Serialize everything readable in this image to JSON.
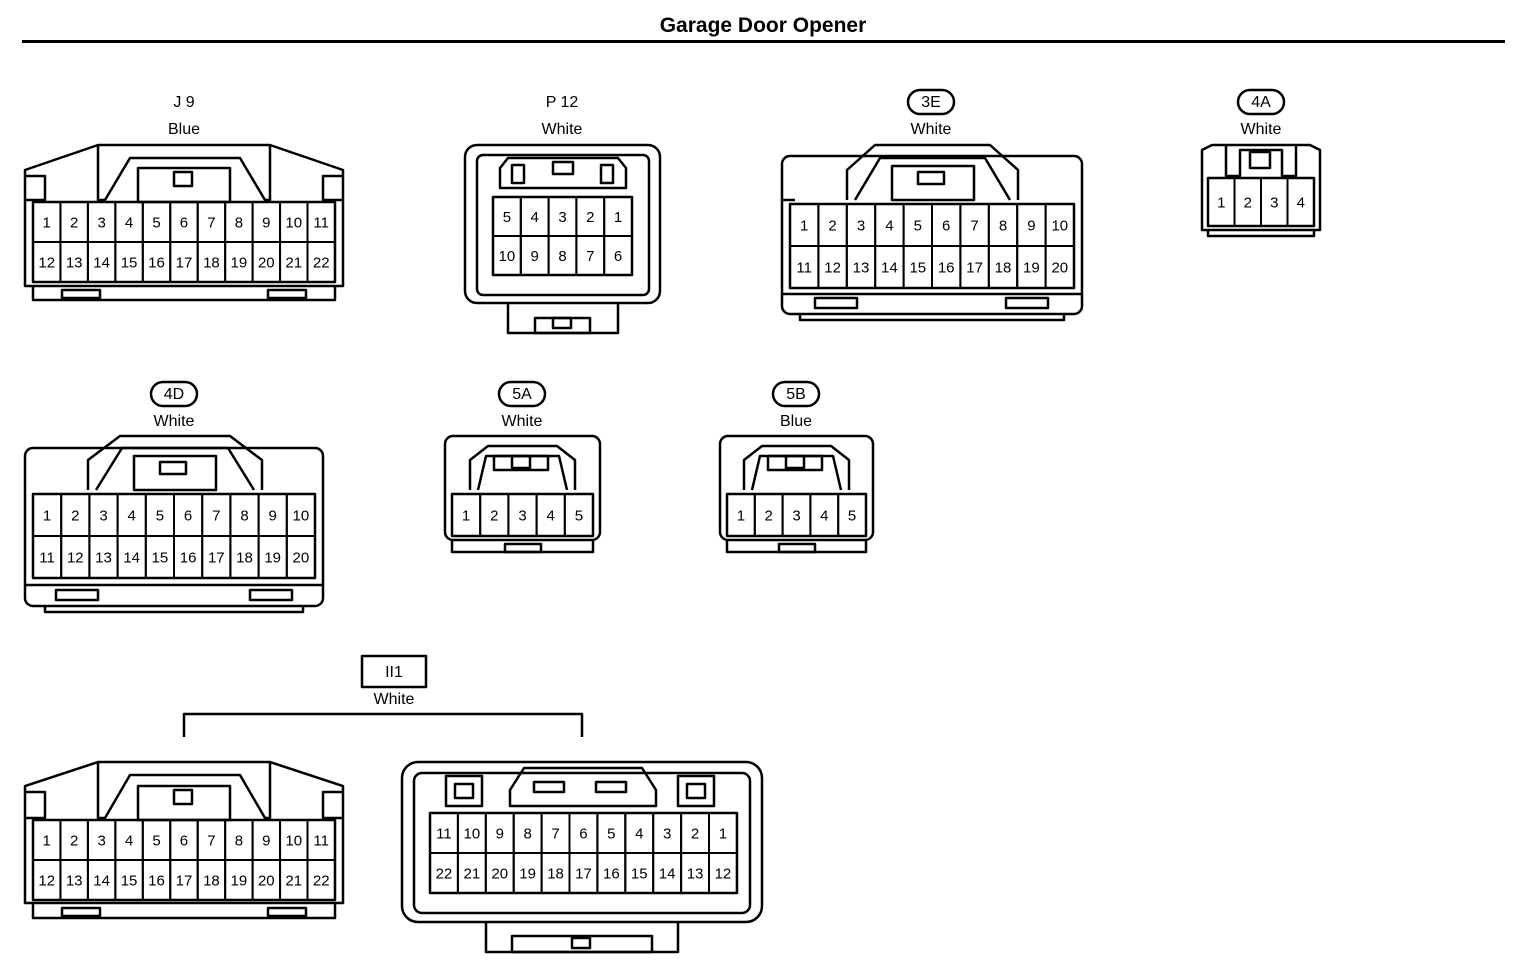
{
  "title": "Garage Door Opener",
  "connectors": [
    {
      "id": "J 9",
      "badge": "none",
      "color": "Blue",
      "rows": [
        [
          "1",
          "2",
          "3",
          "4",
          "5",
          "6",
          "7",
          "8",
          "9",
          "10",
          "11"
        ],
        [
          "12",
          "13",
          "14",
          "15",
          "16",
          "17",
          "18",
          "19",
          "20",
          "21",
          "22"
        ]
      ]
    },
    {
      "id": "P 12",
      "badge": "none",
      "color": "White",
      "rows": [
        [
          "5",
          "4",
          "3",
          "2",
          "1"
        ],
        [
          "10",
          "9",
          "8",
          "7",
          "6"
        ]
      ]
    },
    {
      "id": "3E",
      "badge": "oval",
      "color": "White",
      "rows": [
        [
          "1",
          "2",
          "3",
          "4",
          "5",
          "6",
          "7",
          "8",
          "9",
          "10"
        ],
        [
          "11",
          "12",
          "13",
          "14",
          "15",
          "16",
          "17",
          "18",
          "19",
          "20"
        ]
      ]
    },
    {
      "id": "4A",
      "badge": "oval",
      "color": "White",
      "rows": [
        [
          "1",
          "2",
          "3",
          "4"
        ]
      ]
    },
    {
      "id": "4D",
      "badge": "oval",
      "color": "White",
      "rows": [
        [
          "1",
          "2",
          "3",
          "4",
          "5",
          "6",
          "7",
          "8",
          "9",
          "10"
        ],
        [
          "11",
          "12",
          "13",
          "14",
          "15",
          "16",
          "17",
          "18",
          "19",
          "20"
        ]
      ]
    },
    {
      "id": "5A",
      "badge": "oval",
      "color": "White",
      "rows": [
        [
          "1",
          "2",
          "3",
          "4",
          "5"
        ]
      ]
    },
    {
      "id": "5B",
      "badge": "oval",
      "color": "Blue",
      "rows": [
        [
          "1",
          "2",
          "3",
          "4",
          "5"
        ]
      ]
    }
  ],
  "junction": {
    "id": "II1",
    "badge": "box",
    "color": "White",
    "left_rows": [
      [
        "1",
        "2",
        "3",
        "4",
        "5",
        "6",
        "7",
        "8",
        "9",
        "10",
        "11"
      ],
      [
        "12",
        "13",
        "14",
        "15",
        "16",
        "17",
        "18",
        "19",
        "20",
        "21",
        "22"
      ]
    ],
    "right_rows": [
      [
        "11",
        "10",
        "9",
        "8",
        "7",
        "6",
        "5",
        "4",
        "3",
        "2",
        "1"
      ],
      [
        "22",
        "21",
        "20",
        "19",
        "18",
        "17",
        "16",
        "15",
        "14",
        "13",
        "12"
      ]
    ]
  }
}
